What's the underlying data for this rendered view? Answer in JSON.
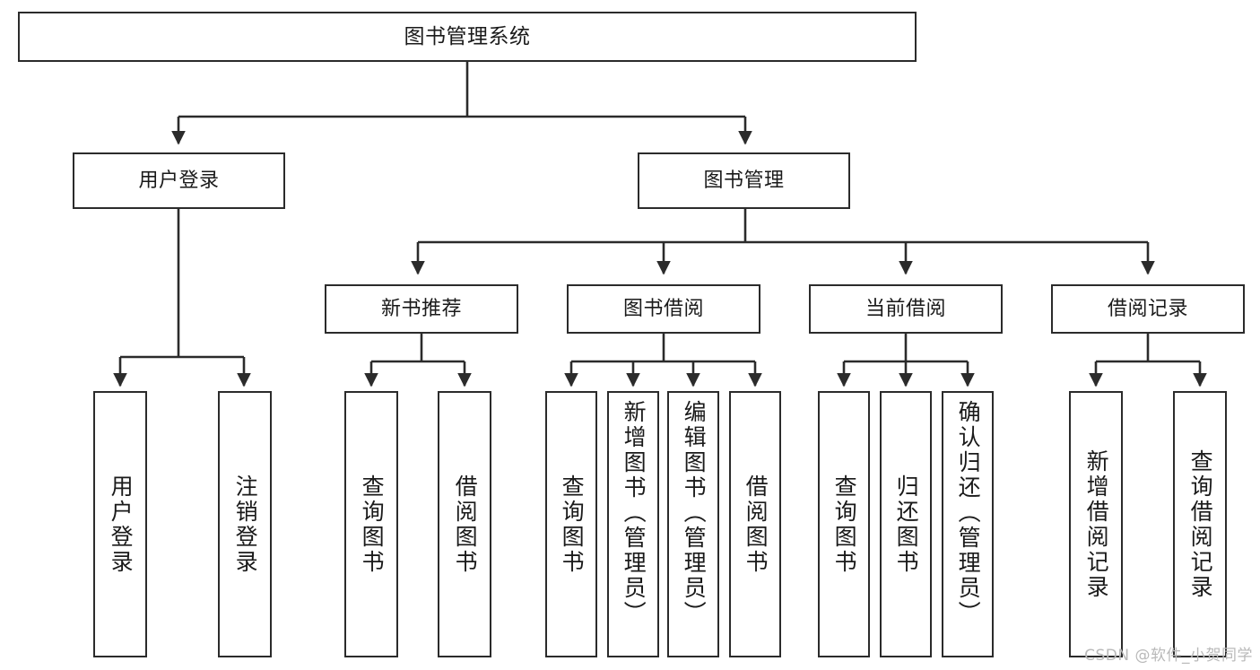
{
  "diagram": {
    "title": "图书管理系统",
    "type": "hierarchy-tree",
    "orientation": "top-down",
    "colors": {
      "box_border": "#2b2b2b",
      "box_fill": "#ffffff",
      "edge": "#2b2b2b",
      "text": "#1a1a1a",
      "watermark": "#b9b9b9",
      "background": "#ffffff"
    }
  },
  "nodes": {
    "root": {
      "label": "图书管理系统"
    },
    "level2": [
      {
        "id": "user-login",
        "label": "用户登录"
      },
      {
        "id": "book-management",
        "label": "图书管理"
      }
    ],
    "level3": [
      {
        "id": "new-book-recommend",
        "label": "新书推荐"
      },
      {
        "id": "book-borrow",
        "label": "图书借阅"
      },
      {
        "id": "current-borrow",
        "label": "当前借阅"
      },
      {
        "id": "borrow-record",
        "label": "借阅记录"
      }
    ],
    "leaves": {
      "user_login": [
        {
          "id": "leaf-user-login",
          "label": "用户登录"
        },
        {
          "id": "leaf-logout",
          "label": "注销登录"
        }
      ],
      "new_book_recommend": [
        {
          "id": "leaf-query-book-1",
          "label": "查询图书"
        },
        {
          "id": "leaf-borrow-book-1",
          "label": "借阅图书"
        }
      ],
      "book_borrow": [
        {
          "id": "leaf-query-book-2",
          "label": "查询图书"
        },
        {
          "id": "leaf-add-book",
          "label": "新增图书（管理员）"
        },
        {
          "id": "leaf-edit-book",
          "label": "编辑图书（管理员）"
        },
        {
          "id": "leaf-borrow-book-2",
          "label": "借阅图书"
        }
      ],
      "current_borrow": [
        {
          "id": "leaf-query-book-3",
          "label": "查询图书"
        },
        {
          "id": "leaf-return-book",
          "label": "归还图书"
        },
        {
          "id": "leaf-confirm-return",
          "label": "确认归还（管理员）"
        }
      ],
      "borrow_record": [
        {
          "id": "leaf-add-record",
          "label": "新增借阅记录"
        },
        {
          "id": "leaf-query-record",
          "label": "查询借阅记录"
        }
      ]
    }
  },
  "watermark": {
    "text": "CSDN @软件_小贺同学"
  }
}
